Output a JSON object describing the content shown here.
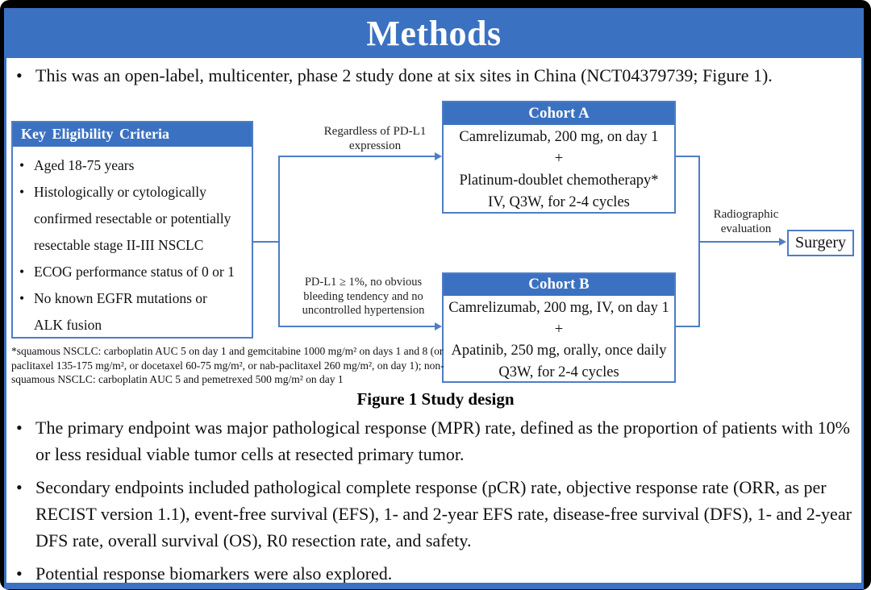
{
  "title": "Methods",
  "intro": "This was an open-label, multicenter, phase 2 study done at six sites in China (NCT04379739; Figure 1).",
  "figure": {
    "eligibility": {
      "header": "Key Eligibility Criteria",
      "lines": [
        "Aged 18-75 years",
        "Histologically or cytologically",
        "confirmed resectable or potentially",
        "resectable stage II-III NSCLC",
        "ECOG performance status of 0 or 1",
        "No known EGFR mutations or",
        "ALK fusion"
      ]
    },
    "branch_top_label": [
      "Regardless of PD-L1",
      "expression"
    ],
    "branch_bottom_label": [
      "PD-L1 ≥ 1%, no obvious",
      "bleeding tendency and no",
      "uncontrolled hypertension"
    ],
    "cohort_a": {
      "header": "Cohort A",
      "lines": [
        "Camrelizumab, 200 mg, on day 1",
        "+",
        "Platinum-doublet chemotherapy*",
        "IV, Q3W, for 2-4 cycles"
      ]
    },
    "cohort_b": {
      "header": "Cohort B",
      "lines": [
        "Camrelizumab, 200 mg, IV, on day 1",
        "+",
        "Apatinib, 250 mg, orally, once daily",
        "Q3W, for 2-4 cycles"
      ]
    },
    "evaluation_label": [
      "Radiographic",
      "evaluation"
    ],
    "surgery": "Surgery",
    "footnote_lines": [
      "*squamous NSCLC: carboplatin AUC 5 on day 1 and gemcitabine 1000 mg/m² on days 1 and 8 (or",
      "paclitaxel 135-175 mg/m², or docetaxel 60-75 mg/m², or nab-paclitaxel 260 mg/m², on day 1); non-",
      "squamous NSCLC: carboplatin AUC 5 and pemetrexed 500 mg/m² on day 1"
    ],
    "caption": "Figure 1 Study design"
  },
  "endpoints": [
    "The primary endpoint was major pathological response (MPR) rate, defined as the proportion of patients with 10% or less residual viable tumor cells at resected primary tumor.",
    "Secondary endpoints included pathological complete response (pCR) rate, objective response rate (ORR, as per RECIST version 1.1), event-free survival (EFS), 1- and 2-year EFS rate, disease-free survival (DFS), 1- and 2-year DFS rate, overall survival (OS), R0 resection rate, and safety.",
    "Potential response biomarkers were also explored."
  ],
  "colors": {
    "accent_blue": "#3b71c1",
    "line_blue": "#4e7dc6"
  }
}
